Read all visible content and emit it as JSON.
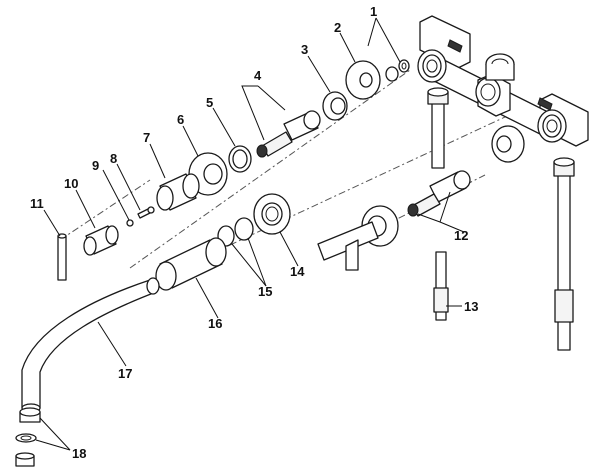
{
  "diagram": {
    "callouts": [
      "1",
      "2",
      "3",
      "4",
      "5",
      "6",
      "7",
      "8",
      "9",
      "10",
      "11",
      "12",
      "13",
      "14",
      "15",
      "16",
      "17",
      "18"
    ]
  },
  "colors": {
    "line": "#1a1a1a",
    "background": "#ffffff",
    "dark_fill": "#333333"
  }
}
